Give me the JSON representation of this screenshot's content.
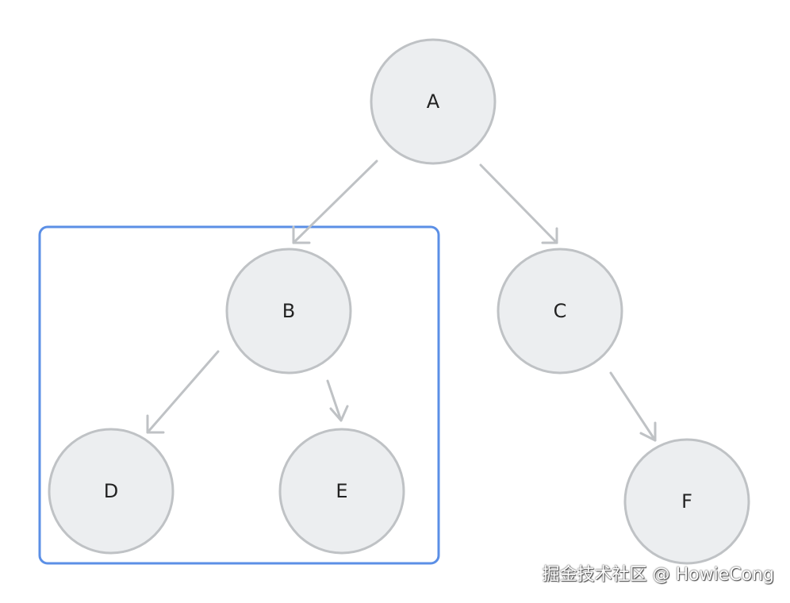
{
  "nodes": {
    "A": "A",
    "B": "B",
    "C": "C",
    "D": "D",
    "E": "E",
    "F": "F"
  },
  "edges": [
    {
      "from": "A",
      "to": "B"
    },
    {
      "from": "A",
      "to": "C"
    },
    {
      "from": "B",
      "to": "D"
    },
    {
      "from": "B",
      "to": "E"
    },
    {
      "from": "C",
      "to": "F"
    }
  ],
  "highlight": {
    "contains": [
      "B",
      "D",
      "E"
    ],
    "color": "#5b8fe6"
  },
  "colors": {
    "node_fill": "#eceef0",
    "node_stroke": "#bfc2c5",
    "edge": "#bfc2c5"
  },
  "watermark": "掘金技术社区 @ HowieCong"
}
